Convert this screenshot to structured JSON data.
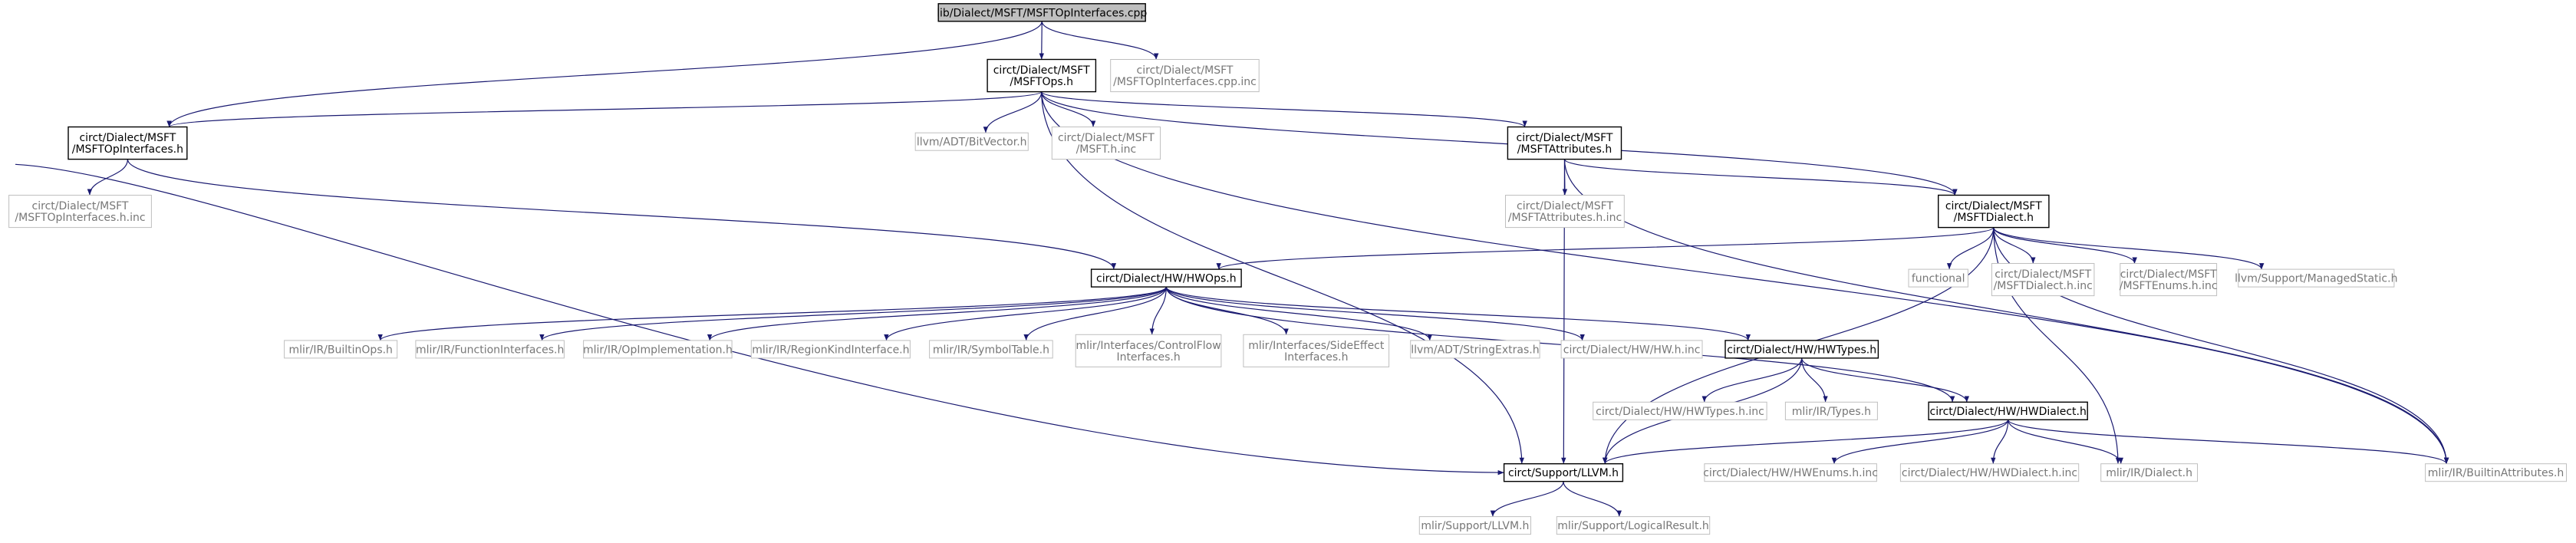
{
  "diagram": {
    "nodes": [
      {
        "id": "root",
        "lines": [
          "lib/Dialect/MSFT/MSFTOpInterfaces.cpp"
        ],
        "style": "root"
      },
      {
        "id": "msftops",
        "lines": [
          "circt/Dialect/MSFT",
          "/MSFTOps.h"
        ],
        "style": "main"
      },
      {
        "id": "opinc",
        "lines": [
          "circt/Dialect/MSFT",
          "/MSFTOpInterfaces.cpp.inc"
        ],
        "style": "gray"
      },
      {
        "id": "opif",
        "lines": [
          "circt/Dialect/MSFT",
          "/MSFTOpInterfaces.h"
        ],
        "style": "main"
      },
      {
        "id": "bitvec",
        "lines": [
          "llvm/ADT/BitVector.h"
        ],
        "style": "gray"
      },
      {
        "id": "msfthinc",
        "lines": [
          "circt/Dialect/MSFT",
          "/MSFT.h.inc"
        ],
        "style": "gray"
      },
      {
        "id": "attrs",
        "lines": [
          "circt/Dialect/MSFT",
          "/MSFTAttributes.h"
        ],
        "style": "main"
      },
      {
        "id": "opifhinc",
        "lines": [
          "circt/Dialect/MSFT",
          "/MSFTOpInterfaces.h.inc"
        ],
        "style": "gray"
      },
      {
        "id": "attrinc",
        "lines": [
          "circt/Dialect/MSFT",
          "/MSFTAttributes.h.inc"
        ],
        "style": "gray"
      },
      {
        "id": "msftdialect",
        "lines": [
          "circt/Dialect/MSFT",
          "/MSFTDialect.h"
        ],
        "style": "main"
      },
      {
        "id": "hwops",
        "lines": [
          "circt/Dialect/HW/HWOps.h"
        ],
        "style": "main"
      },
      {
        "id": "functional",
        "lines": [
          "functional"
        ],
        "style": "gray"
      },
      {
        "id": "msftdialinc",
        "lines": [
          "circt/Dialect/MSFT",
          "/MSFTDialect.h.inc"
        ],
        "style": "gray"
      },
      {
        "id": "msftenums",
        "lines": [
          "circt/Dialect/MSFT",
          "/MSFTEnums.h.inc"
        ],
        "style": "gray"
      },
      {
        "id": "managed",
        "lines": [
          "llvm/Support/ManagedStatic.h"
        ],
        "style": "gray"
      },
      {
        "id": "builtinops",
        "lines": [
          "mlir/IR/BuiltinOps.h"
        ],
        "style": "gray"
      },
      {
        "id": "funcif",
        "lines": [
          "mlir/IR/FunctionInterfaces.h"
        ],
        "style": "gray"
      },
      {
        "id": "opimpl",
        "lines": [
          "mlir/IR/OpImplementation.h"
        ],
        "style": "gray"
      },
      {
        "id": "regionkind",
        "lines": [
          "mlir/IR/RegionKindInterface.h"
        ],
        "style": "gray"
      },
      {
        "id": "symtab",
        "lines": [
          "mlir/IR/SymbolTable.h"
        ],
        "style": "gray"
      },
      {
        "id": "ctrlflow",
        "lines": [
          "mlir/Interfaces/ControlFlow",
          "Interfaces.h"
        ],
        "style": "gray"
      },
      {
        "id": "sideeffect",
        "lines": [
          "mlir/Interfaces/SideEffect",
          "Interfaces.h"
        ],
        "style": "gray"
      },
      {
        "id": "strextras",
        "lines": [
          "llvm/ADT/StringExtras.h"
        ],
        "style": "gray"
      },
      {
        "id": "hwhinc",
        "lines": [
          "circt/Dialect/HW/HW.h.inc"
        ],
        "style": "gray"
      },
      {
        "id": "hwtypes",
        "lines": [
          "circt/Dialect/HW/HWTypes.h"
        ],
        "style": "main"
      },
      {
        "id": "hwtypesinc",
        "lines": [
          "circt/Dialect/HW/HWTypes.h.inc"
        ],
        "style": "gray"
      },
      {
        "id": "mlirtypes",
        "lines": [
          "mlir/IR/Types.h"
        ],
        "style": "gray"
      },
      {
        "id": "hwdialect",
        "lines": [
          "circt/Dialect/HW/HWDialect.h"
        ],
        "style": "main"
      },
      {
        "id": "llvmh",
        "lines": [
          "circt/Support/LLVM.h"
        ],
        "style": "main"
      },
      {
        "id": "hwenums",
        "lines": [
          "circt/Dialect/HW/HWEnums.h.inc"
        ],
        "style": "gray"
      },
      {
        "id": "hwdialinc",
        "lines": [
          "circt/Dialect/HW/HWDialect.h.inc"
        ],
        "style": "gray"
      },
      {
        "id": "mlirdialect",
        "lines": [
          "mlir/IR/Dialect.h"
        ],
        "style": "gray"
      },
      {
        "id": "builtinattrs",
        "lines": [
          "mlir/IR/BuiltinAttributes.h"
        ],
        "style": "gray"
      },
      {
        "id": "mlirllvm",
        "lines": [
          "mlir/Support/LLVM.h"
        ],
        "style": "gray"
      },
      {
        "id": "logical",
        "lines": [
          "mlir/Support/LogicalResult.h"
        ],
        "style": "gray"
      }
    ],
    "edges": [
      [
        "root",
        "msftops"
      ],
      [
        "root",
        "opinc"
      ],
      [
        "root",
        "opif"
      ],
      [
        "msftops",
        "opif"
      ],
      [
        "msftops",
        "bitvec"
      ],
      [
        "msftops",
        "msfthinc"
      ],
      [
        "msftops",
        "attrs"
      ],
      [
        "msftops",
        "msftdialect"
      ],
      [
        "msftops",
        "builtinattrs"
      ],
      [
        "msftops",
        "llvmh"
      ],
      [
        "opif",
        "opifhinc"
      ],
      [
        "opif",
        "hwops"
      ],
      [
        "attrs",
        "attrinc"
      ],
      [
        "attrs",
        "msftdialect"
      ],
      [
        "attrs",
        "builtinattrs"
      ],
      [
        "attrs",
        "llvmh"
      ],
      [
        "msftdialect",
        "hwops"
      ],
      [
        "msftdialect",
        "functional"
      ],
      [
        "msftdialect",
        "msftdialinc"
      ],
      [
        "msftdialect",
        "msftenums"
      ],
      [
        "msftdialect",
        "managed"
      ],
      [
        "msftdialect",
        "builtinattrs"
      ],
      [
        "msftdialect",
        "mlirdialect"
      ],
      [
        "msftdialect",
        "llvmh"
      ],
      [
        "hwops",
        "builtinops"
      ],
      [
        "hwops",
        "funcif"
      ],
      [
        "hwops",
        "opimpl"
      ],
      [
        "hwops",
        "regionkind"
      ],
      [
        "hwops",
        "symtab"
      ],
      [
        "hwops",
        "ctrlflow"
      ],
      [
        "hwops",
        "sideeffect"
      ],
      [
        "hwops",
        "strextras"
      ],
      [
        "hwops",
        "hwhinc"
      ],
      [
        "hwops",
        "hwtypes"
      ],
      [
        "hwops",
        "hwdialect"
      ],
      [
        "hwtypes",
        "hwtypesinc"
      ],
      [
        "hwtypes",
        "mlirtypes"
      ],
      [
        "hwtypes",
        "hwdialect"
      ],
      [
        "hwtypes",
        "llvmh"
      ],
      [
        "hwdialect",
        "llvmh"
      ],
      [
        "hwdialect",
        "hwenums"
      ],
      [
        "hwdialect",
        "hwdialinc"
      ],
      [
        "hwdialect",
        "mlirdialect"
      ],
      [
        "hwdialect",
        "builtinattrs"
      ],
      [
        "llvmh",
        "mlirllvm"
      ],
      [
        "llvmh",
        "logical"
      ]
    ],
    "colors": {
      "edge": "#191970",
      "main_border": "#000000",
      "gray_border": "#bfbfbf",
      "root_fill": "#bfbfbf",
      "background": "#ffffff"
    }
  }
}
